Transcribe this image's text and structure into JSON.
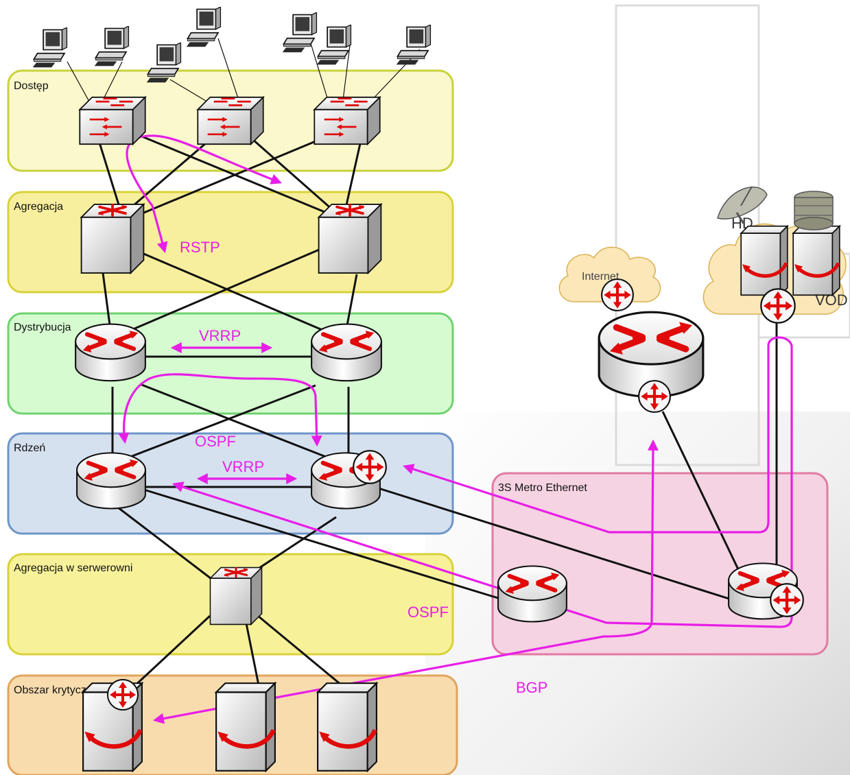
{
  "colors": {
    "protocol": "#e81ee8",
    "arrow": "#e00a0a",
    "access_fill": "#fbf8cc",
    "access_stroke": "#c8d23a",
    "aggregation_fill": "#f7ef9e",
    "aggregation_stroke": "#d8d23a",
    "distribution_fill": "#d6fbd0",
    "distribution_stroke": "#6fd26f",
    "core_fill": "#d6e1ef",
    "core_stroke": "#6d95c8",
    "server_agg_fill": "#f7f19a",
    "server_agg_stroke": "#d8d23a",
    "services_fill": "#f8dcae",
    "services_stroke": "#e0a45c",
    "metro_fill": "#f5d3e2",
    "metro_stroke": "#e27aa4",
    "cloud_fill": "#fce7b8"
  },
  "zones": {
    "access": "Dostęp",
    "aggregation": "Agregacja",
    "distribution": "Dystrybucja",
    "core": "Rdzeń",
    "server_aggregation": "Agregacja w serwerowni",
    "services": "Obszar krytycznych usług",
    "metro": "3S Metro Ethernet"
  },
  "clouds": {
    "internet": "Internet",
    "hd": "HD",
    "vod": "VOD"
  },
  "protocols": {
    "rstp": "RSTP",
    "vrrp_distribution": "VRRP",
    "ospf_core": "OSPF",
    "vrrp_core": "VRRP",
    "ospf_metro": "OSPF",
    "bgp": "BGP"
  },
  "icons": {
    "pc": "pc-icon",
    "switch": "switch-icon",
    "layer3_switch": "layer3-switch-icon",
    "router": "router-icon",
    "server": "server-icon",
    "satellite_dish": "satellite-dish-icon",
    "database": "database-icon"
  }
}
